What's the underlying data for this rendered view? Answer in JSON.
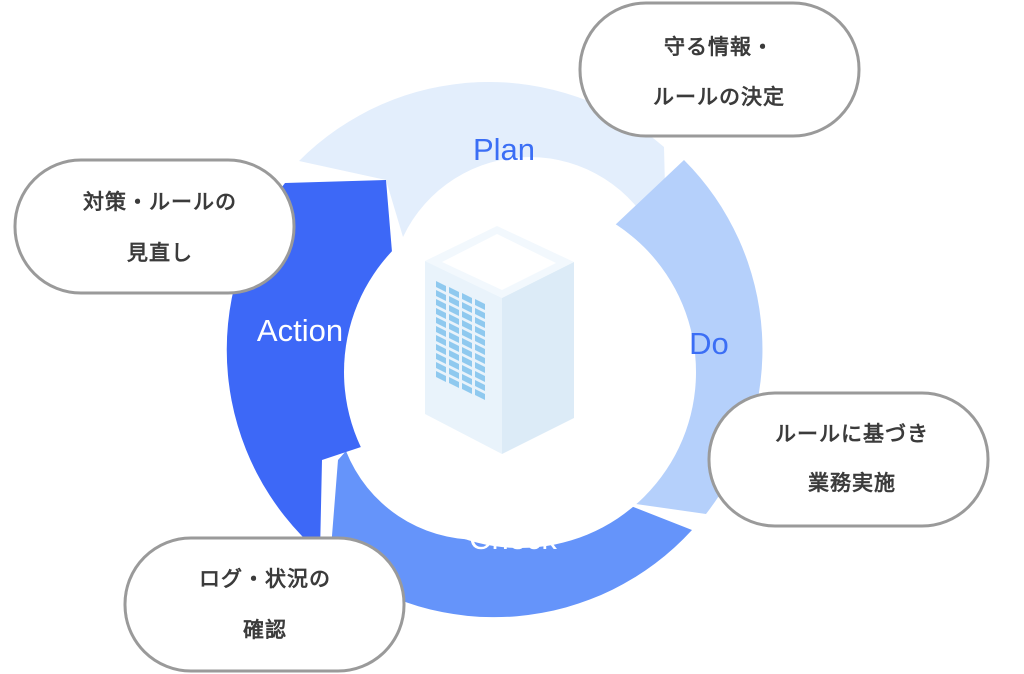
{
  "cycle": {
    "stages": [
      {
        "id": "plan",
        "label": "Plan",
        "color": "#e3eefc",
        "label_color": "#3b6ef5"
      },
      {
        "id": "do",
        "label": "Do",
        "color": "#b5d0fb",
        "label_color": "#3b6ef5"
      },
      {
        "id": "check",
        "label": "Check",
        "color": "#6594fa",
        "label_color": "#ffffff"
      },
      {
        "id": "action",
        "label": "Action",
        "color": "#3d68f7",
        "label_color": "#ffffff"
      }
    ],
    "center_icon": "office-building-icon"
  },
  "callouts": {
    "plan": {
      "line1": "守る情報・",
      "line2": "ルールの決定"
    },
    "do": {
      "line1": "ルールに基づき",
      "line2": "業務実施"
    },
    "check": {
      "line1": "ログ・状況の",
      "line2": "確認"
    },
    "action": {
      "line1": "対策・ルールの",
      "line2": "見直し"
    }
  },
  "colors": {
    "bubble_border": "#9a9a9a",
    "text": "#3b3b3b",
    "center_disc": "#ffffff",
    "building_light": "#eaf4fc",
    "building_side": "#dbeaf7",
    "building_windows": "#8fc9ef"
  }
}
